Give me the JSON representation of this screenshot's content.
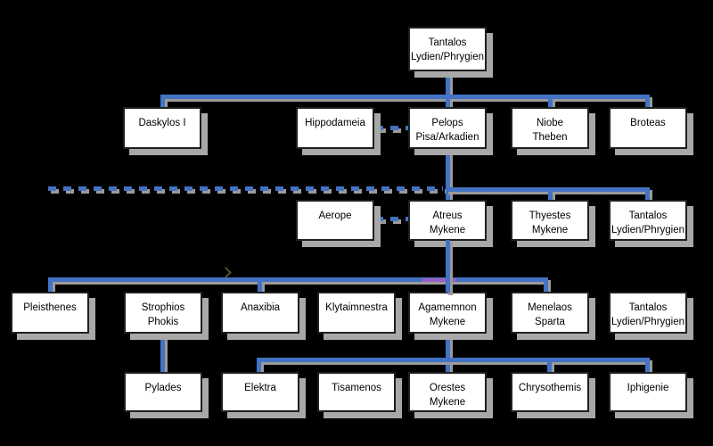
{
  "colors": {
    "background": "#000000",
    "descent_line_blue": "#4472c4",
    "marriage_line_purple": "#9a5fc0",
    "box_shadow_gray": "#a8a8a8",
    "box_background": "#ffffff",
    "box_border": "#1f1f1f",
    "text": "#000000"
  },
  "nodes": [
    {
      "id": "tantalos-1",
      "line1": "Tantalos",
      "line2": "Lydien/Phrygien"
    },
    {
      "id": "daskylos",
      "line1": "Daskylos I",
      "line2": ""
    },
    {
      "id": "hippodameia",
      "line1": "Hippodameia",
      "line2": ""
    },
    {
      "id": "pelops",
      "line1": "Pelops",
      "line2": "Pisa/Arkadien"
    },
    {
      "id": "niobe",
      "line1": "Niobe",
      "line2": "Theben"
    },
    {
      "id": "broteas",
      "line1": "Broteas",
      "line2": ""
    },
    {
      "id": "aerope",
      "line1": "Aerope",
      "line2": ""
    },
    {
      "id": "atreus",
      "line1": "Atreus",
      "line2": "Mykene"
    },
    {
      "id": "thyestes",
      "line1": "Thyestes",
      "line2": "Mykene"
    },
    {
      "id": "tantalos-2",
      "line1": "Tantalos",
      "line2": "Lydien/Phrygien"
    },
    {
      "id": "pleisthenes",
      "line1": "Pleisthenes",
      "line2": ""
    },
    {
      "id": "strophios",
      "line1": "Strophios",
      "line2": "Phokis"
    },
    {
      "id": "anaxibia",
      "line1": "Anaxibia",
      "line2": ""
    },
    {
      "id": "klytaimnestra",
      "line1": "Klytaimnestra",
      "line2": ""
    },
    {
      "id": "agamemnon",
      "line1": "Agamemnon",
      "line2": "Mykene"
    },
    {
      "id": "menelaos",
      "line1": "Menelaos",
      "line2": "Sparta"
    },
    {
      "id": "tantalos-3",
      "line1": "Tantalos",
      "line2": "Lydien/Phrygien"
    },
    {
      "id": "pylades",
      "line1": "Pylades",
      "line2": ""
    },
    {
      "id": "elektra",
      "line1": "Elektra",
      "line2": ""
    },
    {
      "id": "tisamenos",
      "line1": "Tisamenos",
      "line2": ""
    },
    {
      "id": "orestes",
      "line1": "Orestes",
      "line2": "Mykene"
    },
    {
      "id": "chrysothemis",
      "line1": "Chrysothemis",
      "line2": ""
    },
    {
      "id": "iphigenie",
      "line1": "Iphigenie",
      "line2": ""
    }
  ]
}
